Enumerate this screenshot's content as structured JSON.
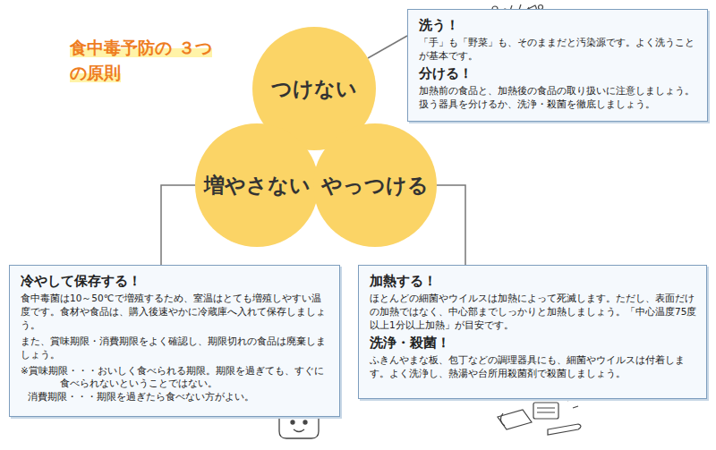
{
  "diagram": {
    "title": "食中毒予防の ３つの原則",
    "nodes": [
      {
        "text": [
          "つけない"
        ]
      },
      {
        "text": [
          "増やさない"
        ]
      },
      {
        "text": [
          "やっつける"
        ]
      },
      {
        "text": [
          "洗う！",
          "「手」も「野菜」も、そのままだと汚染源です。よく洗うことが基本です。",
          "分ける！",
          "加熱前の食品と、加熱後の食品の取り扱いに注意しましょう。扱う器具を分けるか、洗浄・殺菌を徹底しましょう。"
        ]
      },
      {
        "text": [
          "冷やして保存する！",
          "食中毒菌は10～50℃で増殖するため、室温はとても増殖しやすい温度です。食材や食品は、購入後速やかに冷蔵庫へ入れて保存しましょう。",
          "また、賞味期限・消費期限をよく確認し、期限切れの食品は廃棄しましょう。",
          "※賞味期限・・・おいしく食べられる期限。期限を過ぎても、すぐに食べられないということではない。",
          "消費期限・・・期限を過ぎたら食べない方がよい。"
        ]
      },
      {
        "text": [
          "加熱する！",
          "ほとんどの細菌やウイルスは加熱によって死滅します。ただし、表面だけの加熱ではなく、中心部までしっかりと加熱しましょう。「中心温度75度以上1分以上加熱」が目安です。",
          "洗浄・殺菌！",
          "ふきんやまな板、包丁などの調理器具にも、細菌やウイルスは付着します。よく洗浄し、熱湯や台所用殺菌剤で殺菌しましょう。"
        ]
      }
    ],
    "edges": [
      {
        "from": 0,
        "to": 3,
        "arrow": "none"
      },
      {
        "from": 1,
        "to": 4,
        "arrow": "none"
      },
      {
        "from": 2,
        "to": 5,
        "arrow": "none"
      }
    ]
  }
}
